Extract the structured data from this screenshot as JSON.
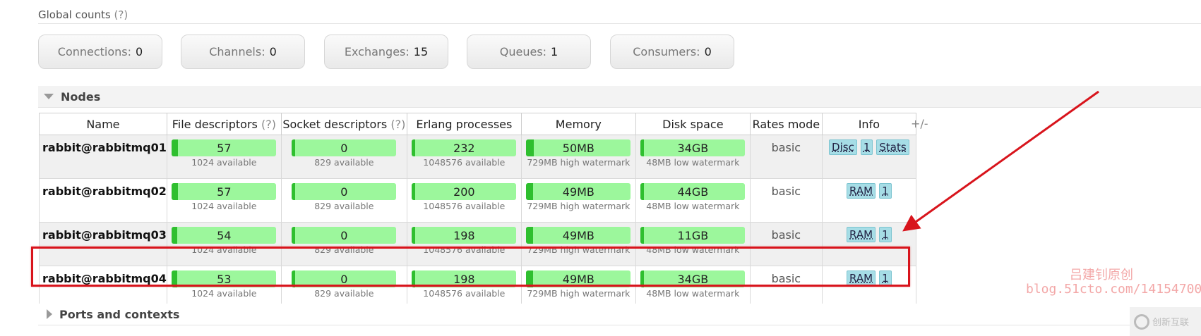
{
  "global": {
    "title": "Global counts",
    "help": "(?)"
  },
  "counts": [
    {
      "label": "Connections:",
      "value": "0"
    },
    {
      "label": "Channels:",
      "value": "0"
    },
    {
      "label": "Exchanges:",
      "value": "15"
    },
    {
      "label": "Queues:",
      "value": "1"
    },
    {
      "label": "Consumers:",
      "value": "0"
    }
  ],
  "nodes_section": {
    "title": "Nodes"
  },
  "ports_section": {
    "title": "Ports and contexts"
  },
  "table": {
    "headers": [
      "Name",
      "File descriptors",
      "Socket descriptors",
      "Erlang processes",
      "Memory",
      "Disk space",
      "Rates mode",
      "Info"
    ],
    "help": "(?)",
    "plus_minus": "+/-",
    "rows": [
      {
        "name": "rabbit@rabbitmq01",
        "fd": "57",
        "fd_sub": "1024 available",
        "fd_pct": 5.6,
        "sock": "0",
        "sock_sub": "829 available",
        "sock_pct": 0,
        "erl": "232",
        "erl_sub": "1048576 available",
        "erl_pct": 0.1,
        "mem": "50MB",
        "mem_sub": "729MB high watermark",
        "mem_pct": 6.9,
        "disk": "34GB",
        "disk_sub": "48MB low watermark",
        "disk_pct": 0,
        "rates": "basic",
        "info": [
          "Disc",
          "1",
          "Stats"
        ]
      },
      {
        "name": "rabbit@rabbitmq02",
        "fd": "57",
        "fd_sub": "1024 available",
        "fd_pct": 5.6,
        "sock": "0",
        "sock_sub": "829 available",
        "sock_pct": 0,
        "erl": "200",
        "erl_sub": "1048576 available",
        "erl_pct": 0.1,
        "mem": "49MB",
        "mem_sub": "729MB high watermark",
        "mem_pct": 6.7,
        "disk": "44GB",
        "disk_sub": "48MB low watermark",
        "disk_pct": 0,
        "rates": "basic",
        "info": [
          "RAM",
          "1"
        ]
      },
      {
        "name": "rabbit@rabbitmq03",
        "fd": "54",
        "fd_sub": "1024 available",
        "fd_pct": 5.3,
        "sock": "0",
        "sock_sub": "829 available",
        "sock_pct": 0,
        "erl": "198",
        "erl_sub": "1048576 available",
        "erl_pct": 0.1,
        "mem": "49MB",
        "mem_sub": "729MB high watermark",
        "mem_pct": 6.7,
        "disk": "11GB",
        "disk_sub": "48MB low watermark",
        "disk_pct": 0,
        "rates": "basic",
        "info": [
          "RAM",
          "1"
        ]
      },
      {
        "name": "rabbit@rabbitmq04",
        "fd": "53",
        "fd_sub": "1024 available",
        "fd_pct": 5.2,
        "sock": "0",
        "sock_sub": "829 available",
        "sock_pct": 0,
        "erl": "198",
        "erl_sub": "1048576 available",
        "erl_pct": 0.1,
        "mem": "49MB",
        "mem_sub": "729MB high watermark",
        "mem_pct": 6.7,
        "disk": "34GB",
        "disk_sub": "48MB low watermark",
        "disk_pct": 0,
        "rates": "basic",
        "info": [
          "RAM",
          "1"
        ]
      }
    ]
  },
  "watermark": {
    "line1": "吕建钊原创",
    "line2": "blog.51cto.com/14154700",
    "logo": "创新互联"
  },
  "colors": {
    "bar": "#9cf79c",
    "bar_fill": "#2fbf2f",
    "badge": "#a6dde6",
    "highlight": "#d8141c",
    "arrow": "#d8141c"
  }
}
